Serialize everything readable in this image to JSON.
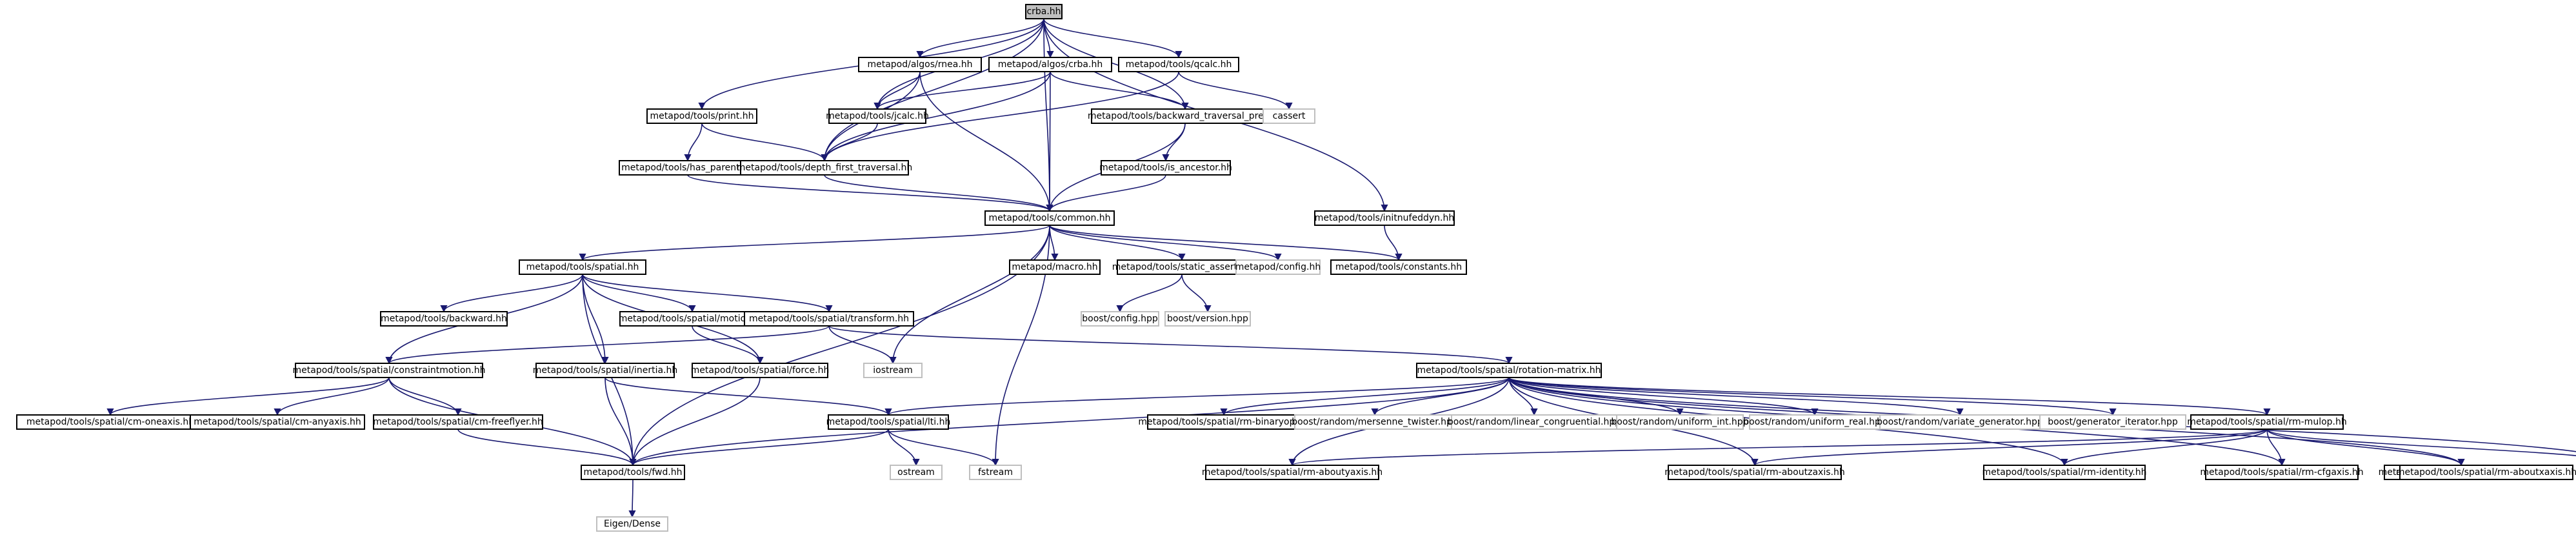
{
  "colors": {
    "edge": "#191970",
    "box_border": "#000000",
    "root_fill": "#bfbfbf",
    "external_border": "#bfbfbf",
    "label": "#000000"
  },
  "nodes": [
    {
      "id": "crba",
      "label": "crba.hh",
      "kind": "root"
    },
    {
      "id": "rnea",
      "label": "metapod/algos/rnea.hh",
      "kind": "file"
    },
    {
      "id": "algcrba",
      "label": "metapod/algos/crba.hh",
      "kind": "file"
    },
    {
      "id": "qcalc",
      "label": "metapod/tools/qcalc.hh",
      "kind": "file"
    },
    {
      "id": "print",
      "label": "metapod/tools/print.hh",
      "kind": "file"
    },
    {
      "id": "jcalc",
      "label": "metapod/tools/jcalc.hh",
      "kind": "file"
    },
    {
      "id": "bwprev",
      "label": "metapod/tools/backward_traversal_prev.hh",
      "kind": "file"
    },
    {
      "id": "cassert",
      "label": "cassert",
      "kind": "external"
    },
    {
      "id": "hasparent",
      "label": "metapod/tools/has_parent.hh",
      "kind": "file"
    },
    {
      "id": "dft",
      "label": "metapod/tools/depth_first_traversal.hh",
      "kind": "file"
    },
    {
      "id": "isanc",
      "label": "metapod/tools/is_ancestor.hh",
      "kind": "file"
    },
    {
      "id": "common",
      "label": "metapod/tools/common.hh",
      "kind": "file"
    },
    {
      "id": "initnufft",
      "label": "metapod/tools/initnufeddyn.hh",
      "kind": "file"
    },
    {
      "id": "spatial",
      "label": "metapod/tools/spatial.hh",
      "kind": "file"
    },
    {
      "id": "macro",
      "label": "metapod/macro.hh",
      "kind": "file"
    },
    {
      "id": "staticassert",
      "label": "metapod/tools/static_assert.hh",
      "kind": "file"
    },
    {
      "id": "config",
      "label": "metapod/config.hh",
      "kind": "external"
    },
    {
      "id": "constants",
      "label": "metapod/tools/constants.hh",
      "kind": "file"
    },
    {
      "id": "backward",
      "label": "metapod/tools/backward.hh",
      "kind": "file"
    },
    {
      "id": "motion",
      "label": "metapod/tools/spatial/motion.hh",
      "kind": "file"
    },
    {
      "id": "transform",
      "label": "metapod/tools/spatial/transform.hh",
      "kind": "file"
    },
    {
      "id": "boostconfig",
      "label": "boost/config.hpp",
      "kind": "external"
    },
    {
      "id": "boostversion",
      "label": "boost/version.hpp",
      "kind": "external"
    },
    {
      "id": "constraint",
      "label": "metapod/tools/spatial/constraintmotion.hh",
      "kind": "file"
    },
    {
      "id": "inertia",
      "label": "metapod/tools/spatial/inertia.hh",
      "kind": "file"
    },
    {
      "id": "force",
      "label": "metapod/tools/spatial/force.hh",
      "kind": "file"
    },
    {
      "id": "iostream",
      "label": "iostream",
      "kind": "external"
    },
    {
      "id": "rotmat",
      "label": "metapod/tools/spatial/rotation-matrix.hh",
      "kind": "file"
    },
    {
      "id": "cmoneaxis",
      "label": "metapod/tools/spatial/cm-oneaxis.hh",
      "kind": "file"
    },
    {
      "id": "cmanyaxis",
      "label": "metapod/tools/spatial/cm-anyaxis.hh",
      "kind": "file"
    },
    {
      "id": "cmfreeflyer",
      "label": "metapod/tools/spatial/cm-freeflyer.hh",
      "kind": "file"
    },
    {
      "id": "lti",
      "label": "metapod/tools/spatial/lti.hh",
      "kind": "file"
    },
    {
      "id": "rmbinaryop",
      "label": "metapod/tools/spatial/rm-binaryop.hh",
      "kind": "file"
    },
    {
      "id": "mersenne",
      "label": "boost/random/mersenne_twister.hpp",
      "kind": "external"
    },
    {
      "id": "linearcong",
      "label": "boost/random/linear_congruential.hpp",
      "kind": "external"
    },
    {
      "id": "uniformint",
      "label": "boost/random/uniform_int.hpp",
      "kind": "external"
    },
    {
      "id": "uniformreal",
      "label": "boost/random/uniform_real.hpp",
      "kind": "external"
    },
    {
      "id": "variategen",
      "label": "boost/random/variate_generator.hpp",
      "kind": "external"
    },
    {
      "id": "geniter",
      "label": "boost/generator_iterator.hpp",
      "kind": "external"
    },
    {
      "id": "rmmulop",
      "label": "metapod/tools/spatial/rm-mulop.hh",
      "kind": "file"
    },
    {
      "id": "fwd",
      "label": "metapod/tools/fwd.hh",
      "kind": "file"
    },
    {
      "id": "ostream",
      "label": "ostream",
      "kind": "external"
    },
    {
      "id": "fstream",
      "label": "fstream",
      "kind": "external"
    },
    {
      "id": "rmaboutyaxis",
      "label": "metapod/tools/spatial/rm-aboutyaxis.hh",
      "kind": "file"
    },
    {
      "id": "rmaboutzaxis",
      "label": "metapod/tools/spatial/rm-aboutzaxis.hh",
      "kind": "file"
    },
    {
      "id": "rmidentity",
      "label": "metapod/tools/spatial/rm-identity.hh",
      "kind": "file"
    },
    {
      "id": "rmcfgaxis",
      "label": "metapod/tools/spatial/rm-cfgaxis.hh",
      "kind": "file"
    },
    {
      "id": "rmgeneral",
      "label": "metapod/tools/spatial/rm-general.hh",
      "kind": "file"
    },
    {
      "id": "rmaboutxaxis",
      "label": "metapod/tools/spatial/rm-aboutxaxis.hh",
      "kind": "file"
    },
    {
      "id": "eigendense",
      "label": "Eigen/Dense",
      "kind": "external"
    }
  ],
  "edges": [
    [
      "crba",
      "rnea"
    ],
    [
      "crba",
      "algcrba"
    ],
    [
      "crba",
      "qcalc"
    ],
    [
      "crba",
      "print"
    ],
    [
      "crba",
      "jcalc"
    ],
    [
      "crba",
      "bwprev"
    ],
    [
      "crba",
      "dft"
    ],
    [
      "crba",
      "common"
    ],
    [
      "crba",
      "initnufft"
    ],
    [
      "rnea",
      "jcalc"
    ],
    [
      "rnea",
      "dft"
    ],
    [
      "rnea",
      "common"
    ],
    [
      "algcrba",
      "jcalc"
    ],
    [
      "algcrba",
      "bwprev"
    ],
    [
      "algcrba",
      "dft"
    ],
    [
      "algcrba",
      "common"
    ],
    [
      "qcalc",
      "cassert"
    ],
    [
      "qcalc",
      "dft"
    ],
    [
      "print",
      "hasparent"
    ],
    [
      "print",
      "dft"
    ],
    [
      "jcalc",
      "dft"
    ],
    [
      "bwprev",
      "isanc"
    ],
    [
      "bwprev",
      "common"
    ],
    [
      "hasparent",
      "common"
    ],
    [
      "dft",
      "common"
    ],
    [
      "isanc",
      "common"
    ],
    [
      "initnufft",
      "constants"
    ],
    [
      "common",
      "spatial"
    ],
    [
      "common",
      "macro"
    ],
    [
      "common",
      "staticassert"
    ],
    [
      "common",
      "config"
    ],
    [
      "common",
      "constants"
    ],
    [
      "common",
      "iostream"
    ],
    [
      "common",
      "fstream"
    ],
    [
      "common",
      "fwd"
    ],
    [
      "staticassert",
      "boostconfig"
    ],
    [
      "staticassert",
      "boostversion"
    ],
    [
      "spatial",
      "backward"
    ],
    [
      "spatial",
      "motion"
    ],
    [
      "spatial",
      "transform"
    ],
    [
      "spatial",
      "constraint"
    ],
    [
      "spatial",
      "inertia"
    ],
    [
      "spatial",
      "force"
    ],
    [
      "spatial",
      "fwd"
    ],
    [
      "motion",
      "force"
    ],
    [
      "transform",
      "iostream"
    ],
    [
      "transform",
      "rotmat"
    ],
    [
      "transform",
      "constraint"
    ],
    [
      "constraint",
      "cmoneaxis"
    ],
    [
      "constraint",
      "cmanyaxis"
    ],
    [
      "constraint",
      "cmfreeflyer"
    ],
    [
      "constraint",
      "fwd"
    ],
    [
      "cmfreeflyer",
      "fwd"
    ],
    [
      "inertia",
      "lti"
    ],
    [
      "inertia",
      "fwd"
    ],
    [
      "force",
      "fwd"
    ],
    [
      "lti",
      "fwd"
    ],
    [
      "lti",
      "ostream"
    ],
    [
      "lti",
      "fstream"
    ],
    [
      "rotmat",
      "lti"
    ],
    [
      "rotmat",
      "rmbinaryop"
    ],
    [
      "rotmat",
      "mersenne"
    ],
    [
      "rotmat",
      "linearcong"
    ],
    [
      "rotmat",
      "uniformint"
    ],
    [
      "rotmat",
      "uniformreal"
    ],
    [
      "rotmat",
      "variategen"
    ],
    [
      "rotmat",
      "geniter"
    ],
    [
      "rotmat",
      "rmmulop"
    ],
    [
      "rotmat",
      "fwd"
    ],
    [
      "rotmat",
      "rmaboutyaxis"
    ],
    [
      "rotmat",
      "rmaboutzaxis"
    ],
    [
      "rotmat",
      "rmidentity"
    ],
    [
      "rotmat",
      "rmcfgaxis"
    ],
    [
      "rotmat",
      "rmgeneral"
    ],
    [
      "rotmat",
      "rmaboutxaxis"
    ],
    [
      "rmmulop",
      "rmaboutyaxis"
    ],
    [
      "rmmulop",
      "rmaboutzaxis"
    ],
    [
      "rmmulop",
      "rmidentity"
    ],
    [
      "rmmulop",
      "rmcfgaxis"
    ],
    [
      "rmmulop",
      "rmgeneral"
    ],
    [
      "rmmulop",
      "rmaboutxaxis"
    ],
    [
      "fwd",
      "eigendense"
    ]
  ]
}
